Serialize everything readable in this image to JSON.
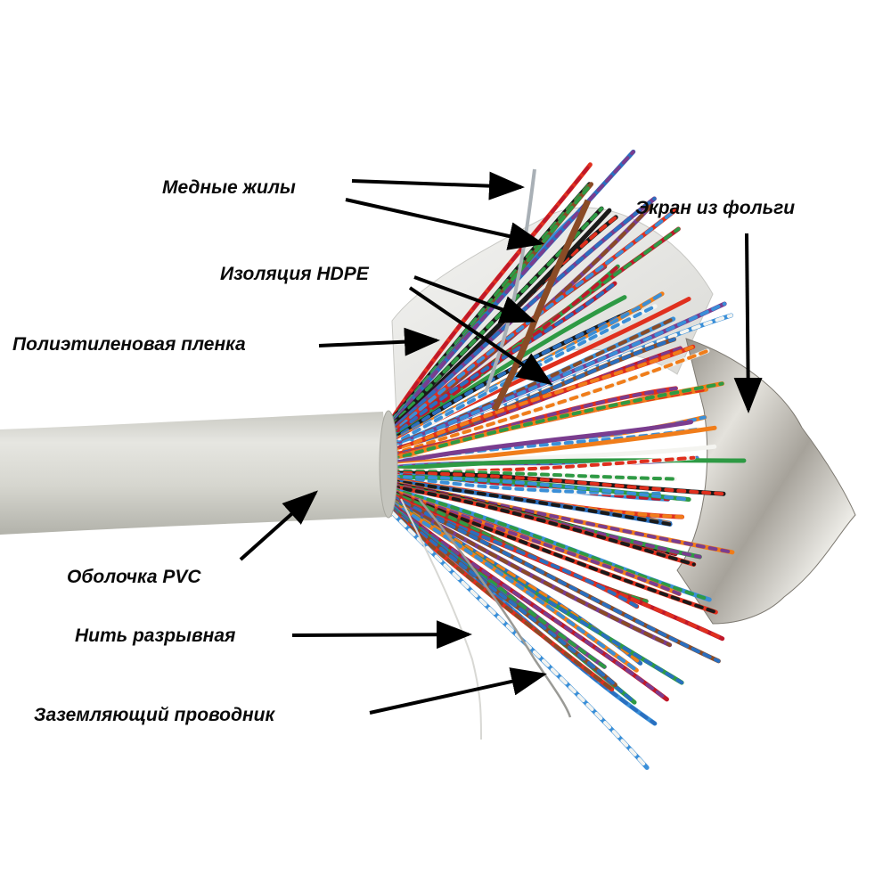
{
  "labels": {
    "copper_cores": "Медные жилы",
    "hdpe_insulation": "Изоляция HDPE",
    "polyethylene_film": "Полиэтиленовая пленка",
    "foil_shield": "Экран из фольги",
    "pvc_sheath": "Оболочка PVC",
    "ripcord": "Нить разрывная",
    "drain_wire": "Заземляющий проводник"
  },
  "colors": {
    "sheath": "#dcdcd6",
    "foil": "#c9c6c0",
    "film": "#ecebea",
    "arrow": "#000000",
    "wire_palette": [
      "#e0301e",
      "#2a6fbf",
      "#2e9a44",
      "#f07d1a",
      "#1a1a1a",
      "#f4f4f0",
      "#8a4b26",
      "#7a3d8f",
      "#c0182a",
      "#3a8fd8"
    ]
  }
}
